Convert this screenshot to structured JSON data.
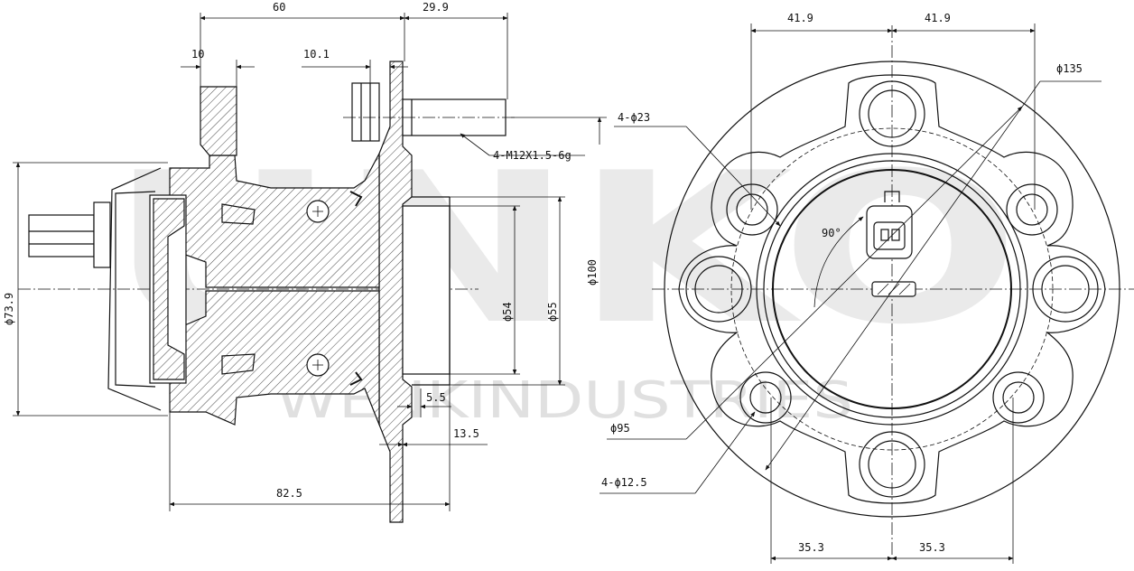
{
  "watermark": {
    "brand": "UNKO",
    "company": "WENKINDUSTRIES"
  },
  "side_view": {
    "dims": {
      "d60": "60",
      "d29_9": "29.9",
      "d10": "10",
      "d10_1": "10.1",
      "thread": "4-M12X1.5-6g",
      "phi73_9": "ϕ73.9",
      "phi54": "ϕ54",
      "phi55": "ϕ55",
      "phi100": "ϕ100",
      "d5_5": "5.5",
      "d13_5": "13.5",
      "d82_5": "82.5"
    }
  },
  "front_view": {
    "dims": {
      "d41_9_left": "41.9",
      "d41_9_right": "41.9",
      "phi135": "ϕ135",
      "holes23": "4-ϕ23",
      "angle90": "90°",
      "phi95": "ϕ95",
      "holes12_5": "4-ϕ12.5",
      "d35_3_left": "35.3",
      "d35_3_right": "35.3"
    }
  },
  "colors": {
    "line": "#111111",
    "watermark": "#d9d9d9",
    "background": "#ffffff"
  }
}
